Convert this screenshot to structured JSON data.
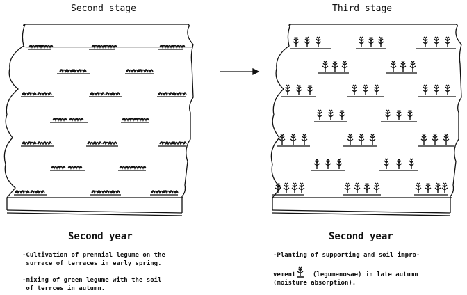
{
  "left": {
    "stage_title": "Second stage",
    "year_label": "Second year",
    "note1_line1": "-Cultivation of prennial legume on the",
    "note1_line2": " surrace of terraces in early spring.",
    "note2_line1": "-mixing of green legume with the soil",
    "note2_line2": " of terrces in autumn."
  },
  "right": {
    "stage_title": "Third stage",
    "year_label": "Second year",
    "note_line1": "-Planting of supporting and soil impro-",
    "note_line2_a": "vement",
    "note_line2_b": "(legumenosae) in late autumn",
    "note_line3": "(moisture absorption)."
  },
  "arrow": {
    "direction": "right",
    "icon": "arrow-right-icon"
  },
  "colors": {
    "ink": "#111111",
    "background": "#ffffff"
  }
}
